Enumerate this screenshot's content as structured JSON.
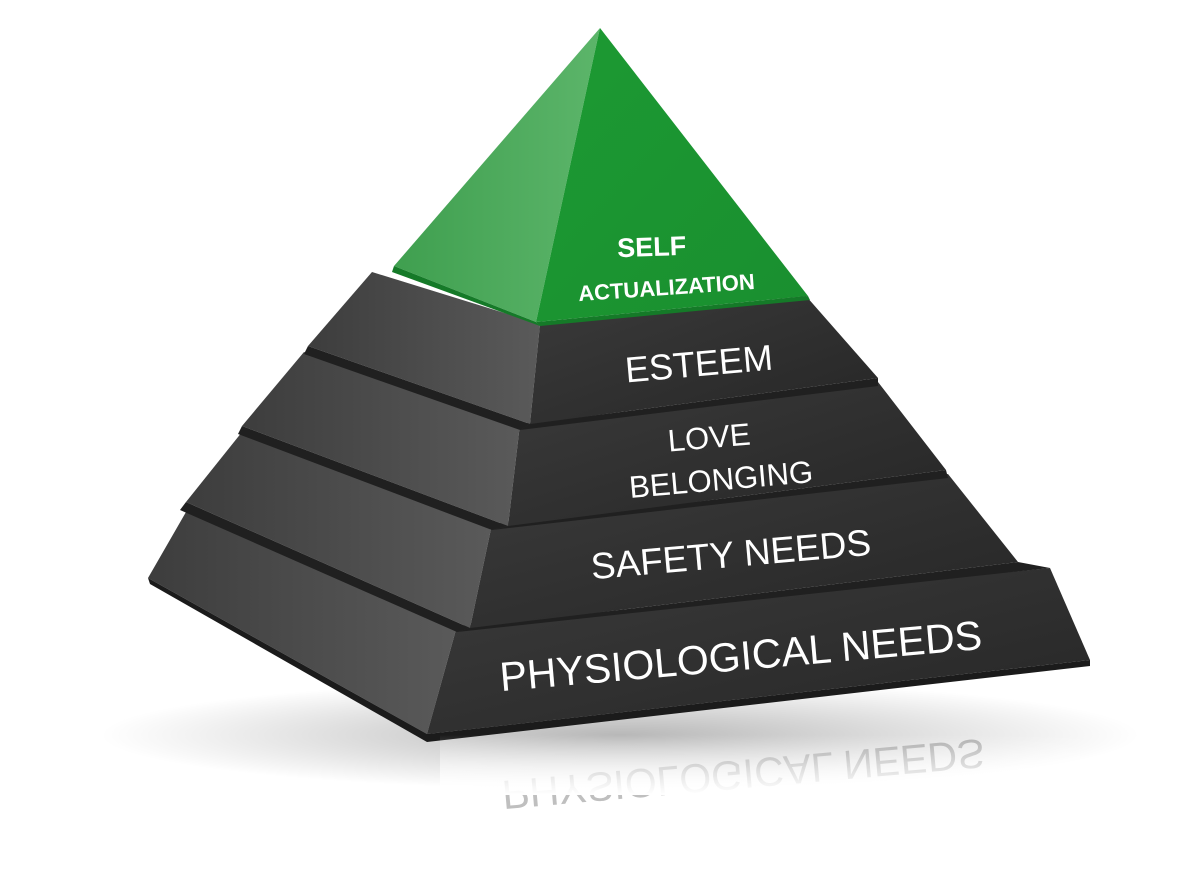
{
  "diagram": {
    "levels": [
      {
        "id": "self-actualization",
        "lines": [
          "SELF",
          "ACTUALIZATION"
        ],
        "color": "#22a63a"
      },
      {
        "id": "esteem",
        "lines": [
          "ESTEEM"
        ],
        "color": "#333333"
      },
      {
        "id": "love-belonging",
        "lines": [
          "LOVE",
          "BELONGING"
        ],
        "color": "#333333"
      },
      {
        "id": "safety-needs",
        "lines": [
          "SAFETY NEEDS"
        ],
        "color": "#333333"
      },
      {
        "id": "physiological-needs",
        "lines": [
          "PHYSIOLOGICAL NEEDS"
        ],
        "color": "#333333"
      }
    ]
  },
  "colors": {
    "top_front": "#1f9e36",
    "top_left": "#4aa95a",
    "tier_front": "#333333",
    "tier_left": "#4a4a4a",
    "tier_edge": "#1f1f1f",
    "text": "#ffffff"
  }
}
